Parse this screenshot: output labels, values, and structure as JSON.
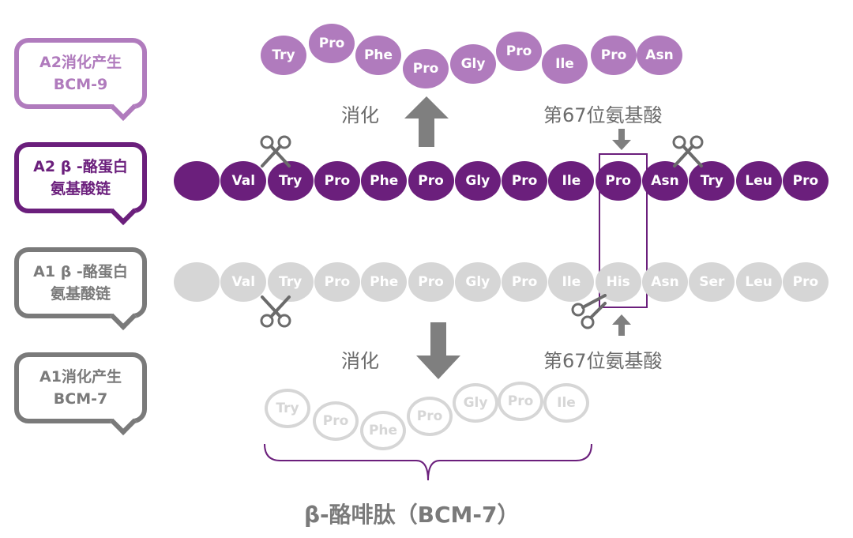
{
  "colors": {
    "a2_light": "#b07bbd",
    "a2_dark": "#6b1f7c",
    "a1_gray": "#7a7a7a",
    "a1_light": "#d6d6d6",
    "text_gray": "#6b6b6b",
    "arrow_gray": "#7f7f7f"
  },
  "labels": {
    "a2_bcm9": [
      "A2消化产生",
      "BCM-9"
    ],
    "a2_chain": [
      "A2 β -酪蛋白",
      "氨基酸链"
    ],
    "a1_chain": [
      "A1 β -酪蛋白",
      "氨基酸链"
    ],
    "a1_bcm7": [
      "A1消化产生",
      "BCM-7"
    ]
  },
  "digest_top": "消化",
  "digest_bottom": "消化",
  "pos67_top": "第67位氨基酸",
  "pos67_bottom": "第67位氨基酸",
  "bcm9_peptide": [
    "Try",
    "Pro",
    "Phe",
    "Pro",
    "Gly",
    "Pro",
    "Ile",
    "Pro",
    "Asn"
  ],
  "a2_chain": [
    "",
    "Val",
    "Try",
    "Pro",
    "Phe",
    "Pro",
    "Gly",
    "Pro",
    "Ile",
    "Pro",
    "Asn",
    "Try",
    "Leu",
    "Pro"
  ],
  "a1_chain": [
    "",
    "Val",
    "Try",
    "Pro",
    "Phe",
    "Pro",
    "Gly",
    "Pro",
    "Ile",
    "His",
    "Asn",
    "Ser",
    "Leu",
    "Pro"
  ],
  "bcm7_peptide": [
    "Try",
    "Pro",
    "Phe",
    "Pro",
    "Gly",
    "Pro",
    "Ile"
  ],
  "bcm7_caption": "β-酪啡肽（BCM-7）"
}
